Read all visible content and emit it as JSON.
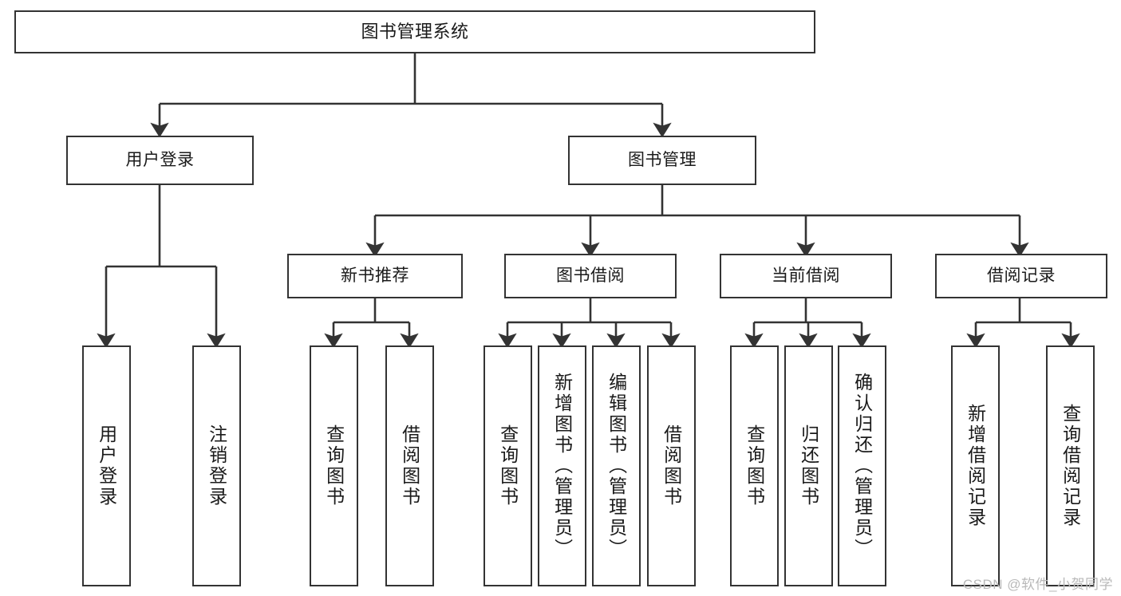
{
  "diagram": {
    "title": "图书管理系统",
    "type": "tree",
    "watermark": "CSDN @软件_小贺同学",
    "colors": {
      "stroke": "#333333",
      "fill": "#ffffff",
      "text": "#1a1a1a",
      "watermark": "#b9b9b9"
    },
    "nodes": {
      "root": {
        "label": "图书管理系统"
      },
      "level2": [
        {
          "id": "user-login",
          "label": "用户登录"
        },
        {
          "id": "book-manage",
          "label": "图书管理"
        }
      ],
      "level3": [
        {
          "id": "new-book-recommend",
          "label": "新书推荐"
        },
        {
          "id": "book-borrow",
          "label": "图书借阅"
        },
        {
          "id": "current-borrow",
          "label": "当前借阅"
        },
        {
          "id": "borrow-record",
          "label": "借阅记录"
        }
      ],
      "leaves": {
        "user_login": [
          {
            "id": "leaf-user-login",
            "label": "用户登录"
          },
          {
            "id": "leaf-logout-login",
            "label": "注销登录"
          }
        ],
        "new_book_recommend": [
          {
            "id": "leaf-query-book-1",
            "label": "查询图书"
          },
          {
            "id": "leaf-borrow-book-1",
            "label": "借阅图书"
          }
        ],
        "book_borrow": [
          {
            "id": "leaf-query-book-2",
            "label": "查询图书"
          },
          {
            "id": "leaf-add-book",
            "label": "新增图书（管理员）"
          },
          {
            "id": "leaf-edit-book",
            "label": "编辑图书（管理员）"
          },
          {
            "id": "leaf-borrow-book-2",
            "label": "借阅图书"
          }
        ],
        "current_borrow": [
          {
            "id": "leaf-query-book-3",
            "label": "查询图书"
          },
          {
            "id": "leaf-return-book",
            "label": "归还图书"
          },
          {
            "id": "leaf-confirm-return",
            "label": "确认归还（管理员）"
          }
        ],
        "borrow_record": [
          {
            "id": "leaf-add-record",
            "label": "新增借阅记录"
          },
          {
            "id": "leaf-query-record",
            "label": "查询借阅记录"
          }
        ]
      }
    }
  }
}
